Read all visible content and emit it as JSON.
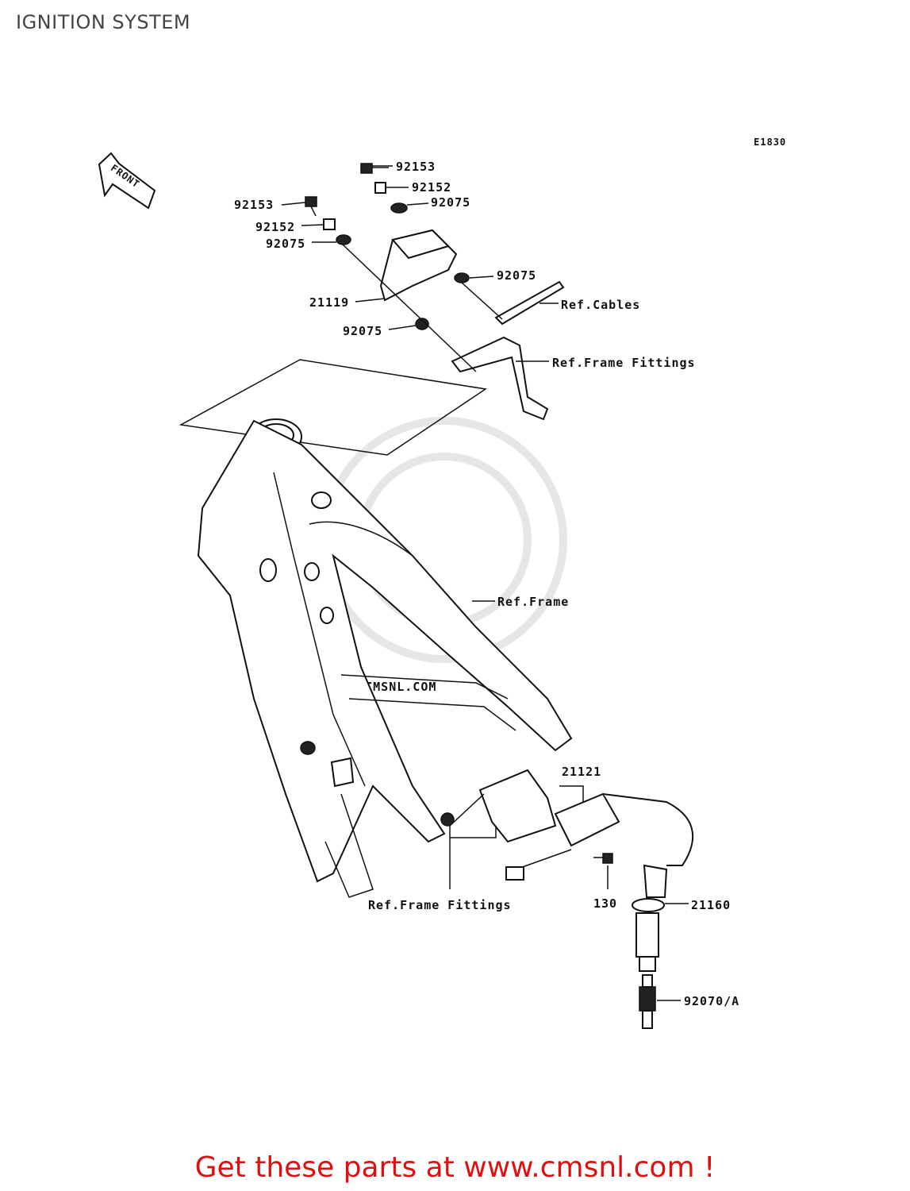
{
  "page_title": "IGNITION SYSTEM",
  "diagram_code": "E1830",
  "front_arrow_label": "FRONT",
  "watermark_text": "WWW.CMSNL.COM",
  "callouts": {
    "c92153_top": "92153",
    "c92152_top": "92152",
    "c92075_top": "92075",
    "c92153_left": "92153",
    "c92152_left": "92152",
    "c92075_left": "92075",
    "c92075_right": "92075",
    "c21119": "21119",
    "ref_cables": "Ref.Cables",
    "c92075_lower": "92075",
    "ref_frame_fittings_top": "Ref.Frame Fittings",
    "ref_frame": "Ref.Frame",
    "c21121": "21121",
    "ref_frame_fittings_bottom": "Ref.Frame Fittings",
    "c130": "130",
    "c21160": "21160",
    "c92070a": "92070/A"
  },
  "footer_text": "Get these parts at www.cmsnl.com !",
  "colors": {
    "footer": "#e01010",
    "title": "#444444",
    "line": "#111111"
  }
}
